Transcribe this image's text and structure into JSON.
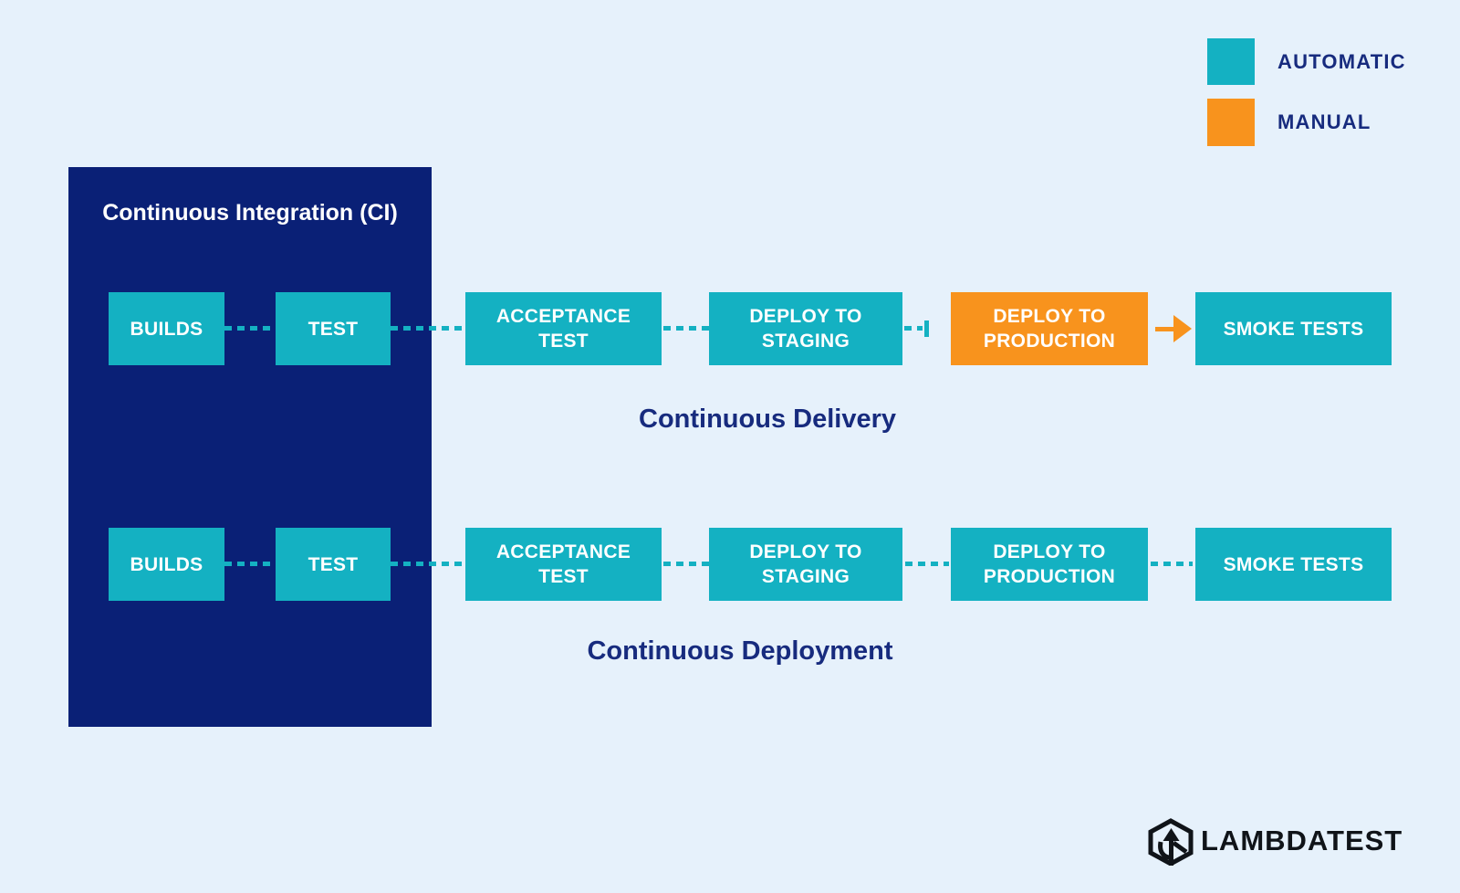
{
  "colors": {
    "background": "#E6F1FB",
    "automatic": "#14B1C2",
    "manual": "#F8931D",
    "panel": "#0A2076",
    "heading": "#172B7E",
    "stage_text": "#FFFFFF",
    "logo": "#101419"
  },
  "legend": {
    "items": [
      {
        "id": "automatic",
        "label": "AUTOMATIC",
        "color": "#14B1C2"
      },
      {
        "id": "manual",
        "label": "MANUAL",
        "color": "#F8931D"
      }
    ]
  },
  "ci_panel": {
    "title": "Continuous Integration (CI)"
  },
  "pipelines": [
    {
      "title": "Continuous Delivery",
      "stages": [
        {
          "label": "BUILDS",
          "type": "automatic"
        },
        {
          "label": "TEST",
          "type": "automatic"
        },
        {
          "label": "ACCEPTANCE TEST",
          "type": "automatic"
        },
        {
          "label": "DEPLOY TO STAGING",
          "type": "automatic"
        },
        {
          "label": "DEPLOY TO PRODUCTION",
          "type": "manual"
        },
        {
          "label": "SMOKE TESTS",
          "type": "automatic"
        }
      ]
    },
    {
      "title": "Continuous Deployment",
      "stages": [
        {
          "label": "BUILDS",
          "type": "automatic"
        },
        {
          "label": "TEST",
          "type": "automatic"
        },
        {
          "label": "ACCEPTANCE TEST",
          "type": "automatic"
        },
        {
          "label": "DEPLOY TO STAGING",
          "type": "automatic"
        },
        {
          "label": "DEPLOY TO PRODUCTION",
          "type": "automatic"
        },
        {
          "label": "SMOKE TESTS",
          "type": "automatic"
        }
      ]
    }
  ],
  "logo": {
    "text": "LAMBDATEST"
  }
}
